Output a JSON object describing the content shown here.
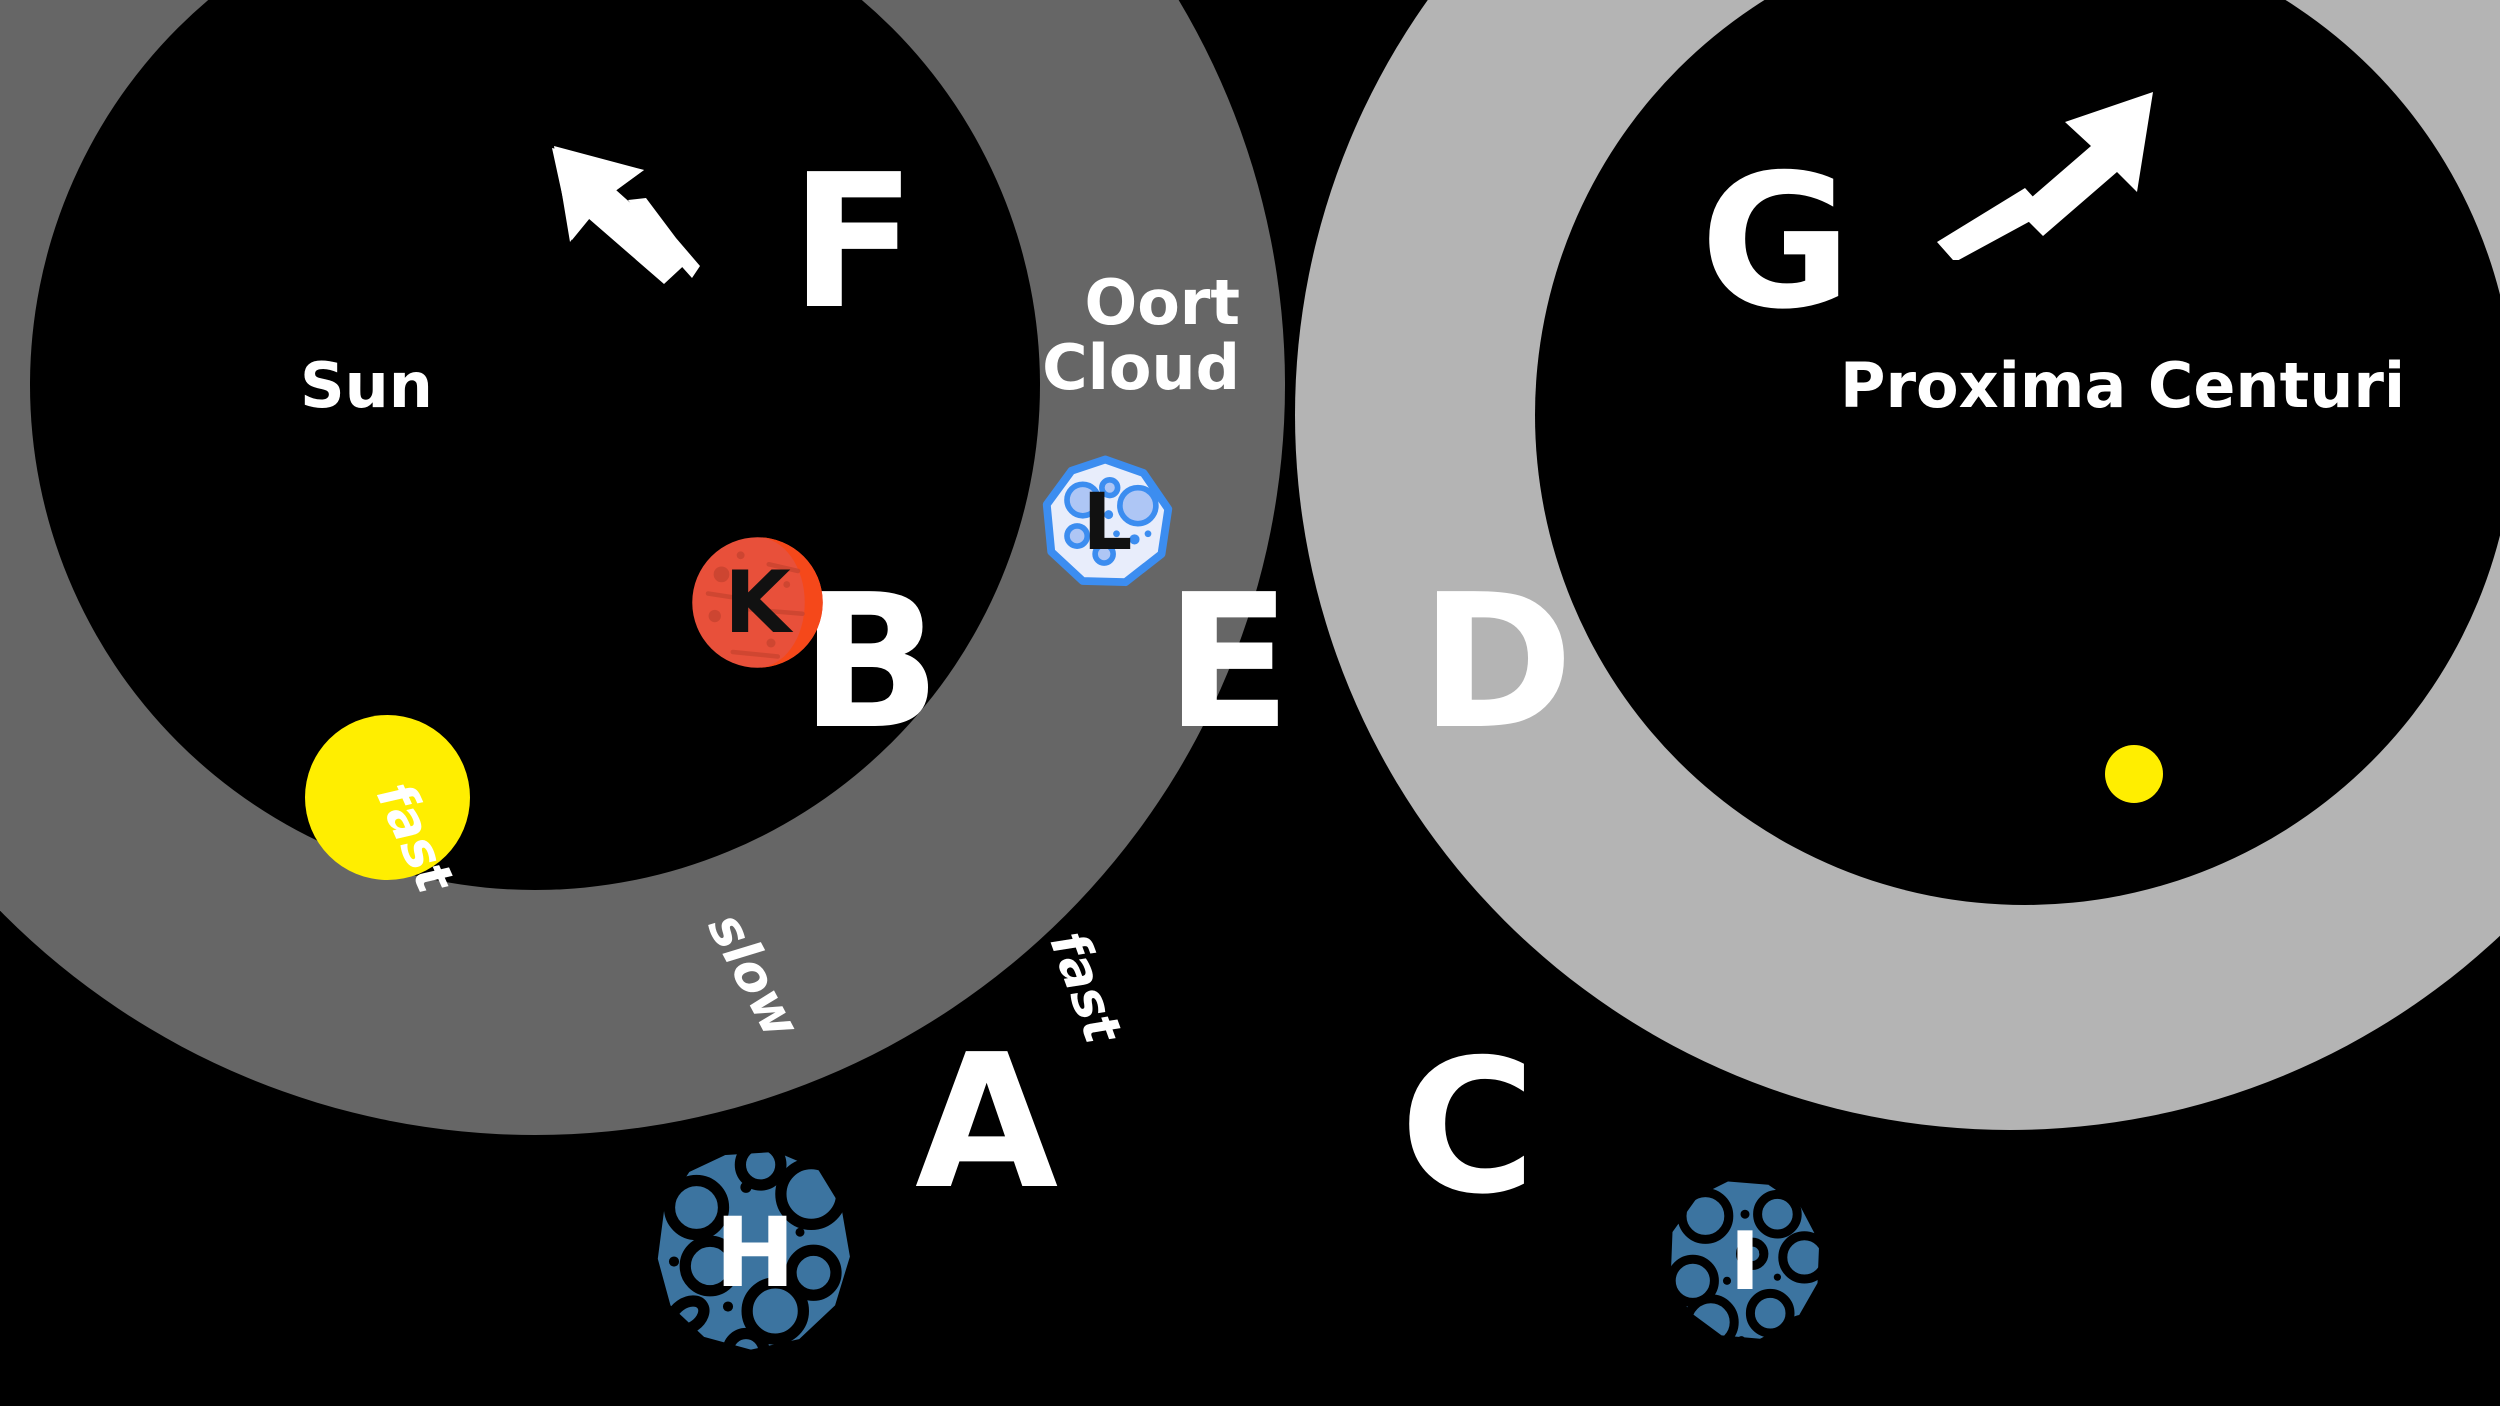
{
  "diagram": {
    "title": "Sun and Proxima Centauri Oort cloud diagram",
    "background_color": "#000000"
  },
  "systems": {
    "left": {
      "star_name": "Sun",
      "halo_color": "#666666",
      "core_color": "#000000",
      "star_color": "#ffee00"
    },
    "right": {
      "star_name": "Proxima Centuri",
      "halo_color": "#b4b4b4",
      "core_color": "#000000",
      "star_color": "#ffee00"
    }
  },
  "labels": {
    "oort_cloud_line1": "Oort",
    "oort_cloud_line2": "Cloud",
    "letters": {
      "A": "A",
      "B": "B",
      "C": "C",
      "D": "D",
      "E": "E",
      "F": "F",
      "G": "G"
    },
    "speed": {
      "sun_fast": "fast",
      "inner_slow": "slow",
      "outer_fast": "fast"
    }
  },
  "bodies": [
    {
      "id": "K",
      "letter": "K",
      "kind": "red-planet",
      "color": "#e8503a",
      "accent": "#f5481a"
    },
    {
      "id": "L",
      "letter": "L",
      "kind": "icy-comet",
      "color": "#e8edfb",
      "accent": "#3c8df0"
    },
    {
      "id": "H",
      "letter": "H",
      "kind": "asteroid",
      "color": "#3c74a0",
      "accent": "#000000"
    },
    {
      "id": "I",
      "letter": "I",
      "kind": "asteroid",
      "color": "#3c74a0",
      "accent": "#000000"
    }
  ],
  "arrows": [
    {
      "id": "left-arrow",
      "direction": "up-left",
      "color": "#ffffff"
    },
    {
      "id": "right-arrow",
      "direction": "up-right",
      "color": "#ffffff"
    }
  ],
  "colors": {
    "white": "#ffffff",
    "black": "#000000",
    "dark_gray": "#666666",
    "light_gray": "#b4b4b4",
    "yellow": "#ffee00",
    "blue_rock": "#3c74a0",
    "red_planet": "#e8503a",
    "ice_blue": "#3c8df0"
  }
}
